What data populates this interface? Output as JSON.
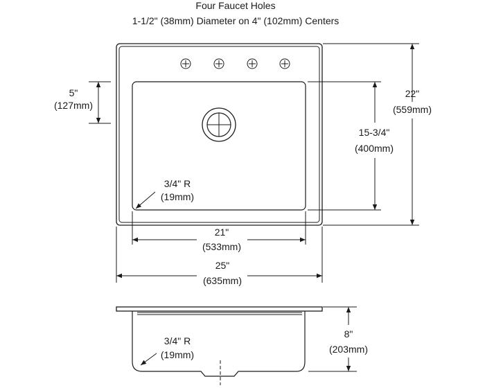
{
  "header": {
    "line1": "Four Faucet Holes",
    "line2": "1-1/2\" (38mm) Diameter on 4\" (102mm) Centers"
  },
  "top_view": {
    "drain_offset": {
      "imperial": "5\"",
      "metric": "(127mm)"
    },
    "overall_depth": {
      "imperial": "22\"",
      "metric": "(559mm)"
    },
    "bowl_depth": {
      "imperial": "15-3/4\"",
      "metric": "(400mm)"
    },
    "corner_radius": {
      "imperial": "3/4\" R",
      "metric": "(19mm)"
    },
    "bowl_width": {
      "imperial": "21\"",
      "metric": "(533mm)"
    },
    "overall_width": {
      "imperial": "25\"",
      "metric": "(635mm)"
    },
    "faucet_hole_count": 4
  },
  "side_view": {
    "height": {
      "imperial": "8\"",
      "metric": "(203mm)"
    },
    "corner_radius": {
      "imperial": "3/4\" R",
      "metric": "(19mm)"
    }
  }
}
